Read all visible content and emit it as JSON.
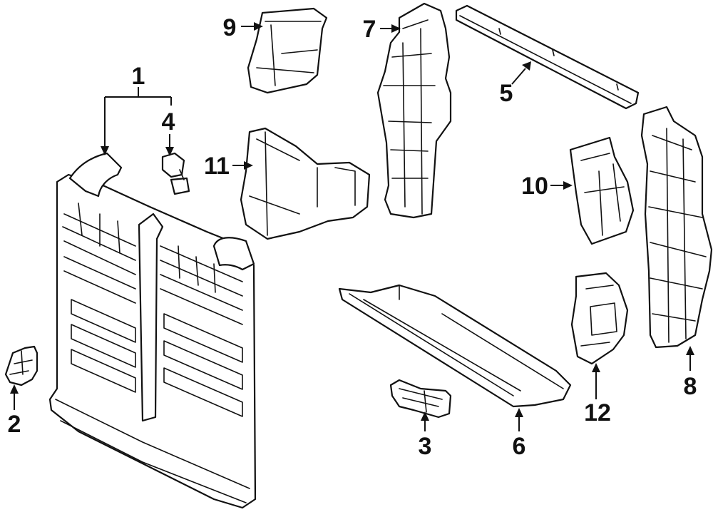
{
  "diagram": {
    "callouts": [
      {
        "id": "1",
        "label": "1"
      },
      {
        "id": "2",
        "label": "2"
      },
      {
        "id": "3",
        "label": "3"
      },
      {
        "id": "4",
        "label": "4"
      },
      {
        "id": "5",
        "label": "5"
      },
      {
        "id": "6",
        "label": "6"
      },
      {
        "id": "7",
        "label": "7"
      },
      {
        "id": "8",
        "label": "8"
      },
      {
        "id": "9",
        "label": "9"
      },
      {
        "id": "10",
        "label": "10"
      },
      {
        "id": "11",
        "label": "11"
      },
      {
        "id": "12",
        "label": "12"
      }
    ],
    "colors": {
      "ink": "#111111",
      "paper": "#ffffff"
    }
  }
}
